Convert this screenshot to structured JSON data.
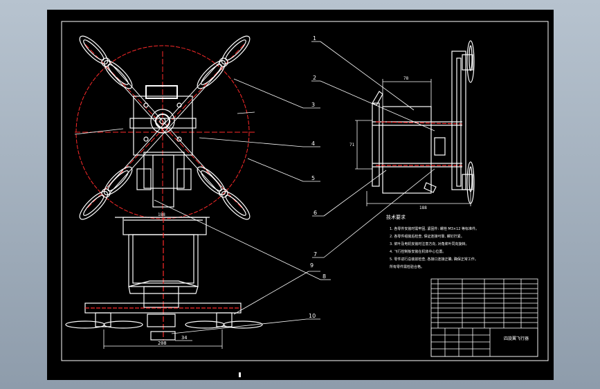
{
  "drawing": {
    "callouts": [
      "1",
      "2",
      "3",
      "4",
      "5",
      "6",
      "7",
      "8",
      "9",
      "10"
    ],
    "dimensions": {
      "side_top_width": "78",
      "side_height": "71",
      "side_bottom_width": "188",
      "front_top_width": "188",
      "front_bottom_width": "208",
      "front_bottom_offset": "34"
    },
    "tech_requirements": {
      "title": "技术要求",
      "lines": [
        "1. 各零件安装时需牢固, 紧固件: 螺栓 M3×12 等标准件。",
        "2. 各零件组装后检查, 保证连接可靠, 螺钉拧紧。",
        "3. 桨叶及电机安装时注意方向, 对角桨叶同向旋转。",
        "4. 飞行控制板安装在机体中心位置。",
        "5. 零件进行总装前检查, 各接口连接正确, 确保正常工作。",
        "   所有零件需检验合格。"
      ]
    },
    "title_block": {
      "name": "四旋翼飞行器"
    }
  },
  "colors": {
    "background": "#000000",
    "lines": "#ffffff",
    "centerline": "#ff2a2a",
    "frame": "#ffffff"
  }
}
